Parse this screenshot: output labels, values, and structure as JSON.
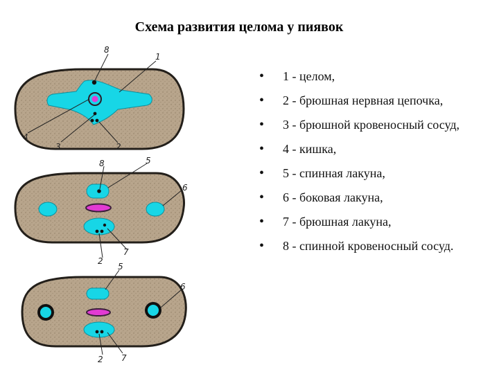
{
  "title": "Схема развития целома у пиявок",
  "colors": {
    "body_fill": "#b8a58c",
    "coelom": "#17d6e6",
    "intestine": "#e23bd3",
    "outline": "#231f1a",
    "nerve": "#111111"
  },
  "legend": [
    "1 - целом,",
    "2 - брюшная нервная цепочка,",
    "3 - брюшной кровеносный сосуд,",
    "4 - кишка,",
    "5 - спинная лакуна,",
    "6 - боковая лакуна,",
    "7 - брюшная лакуна,",
    "8 - спинной кровеносный сосуд."
  ],
  "diagram_labels": {
    "stage1": [
      "8",
      "1",
      "4",
      "3",
      "2"
    ],
    "stage2": [
      "8",
      "5",
      "6",
      "2",
      "7"
    ],
    "stage3": [
      "5",
      "6",
      "2",
      "7"
    ]
  }
}
